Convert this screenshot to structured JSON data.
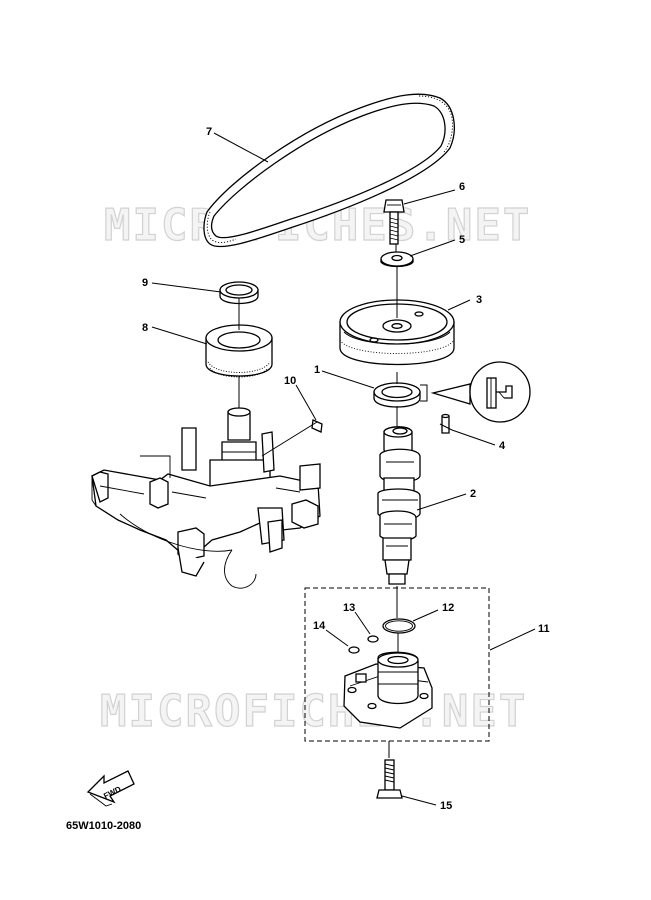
{
  "watermark": "MICROFICHES.NET",
  "diagram_code": "65W1010-2080",
  "fwd_label": "FWD",
  "callouts": [
    "1",
    "2",
    "3",
    "4",
    "5",
    "6",
    "7",
    "8",
    "9",
    "10",
    "11",
    "12",
    "13",
    "14",
    "15"
  ]
}
